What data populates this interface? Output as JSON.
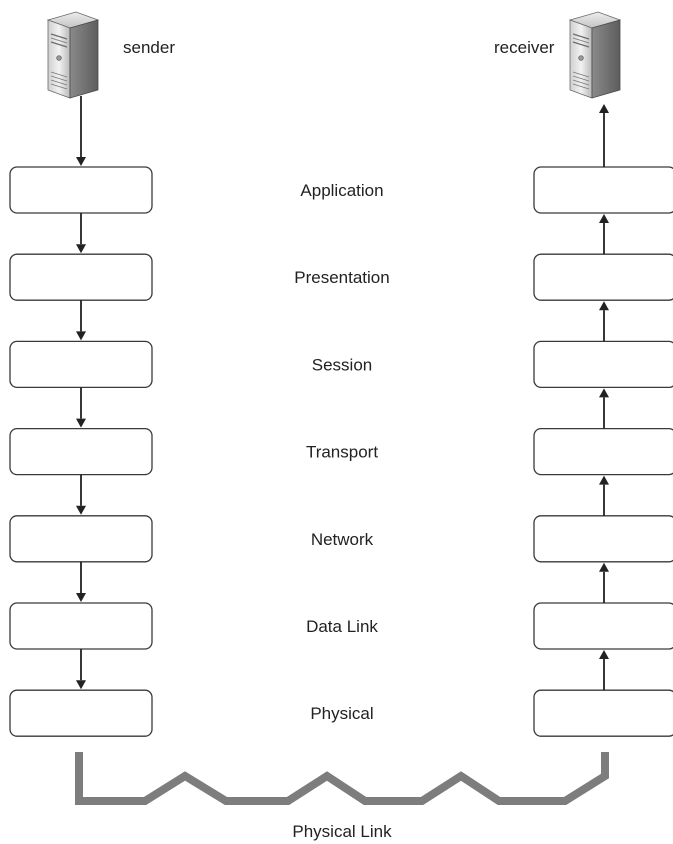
{
  "sender": {
    "label": "sender",
    "icon": "server-tower-icon"
  },
  "receiver": {
    "label": "receiver",
    "icon": "server-tower-icon"
  },
  "layers": [
    {
      "name": "Application"
    },
    {
      "name": "Presentation"
    },
    {
      "name": "Session"
    },
    {
      "name": "Transport"
    },
    {
      "name": "Network"
    },
    {
      "name": "Data Link"
    },
    {
      "name": "Physical"
    }
  ],
  "physical_link": {
    "label": "Physical Link"
  },
  "colors": {
    "box_stroke": "#3a3a3a",
    "arrow": "#222222",
    "link": "#7d7d7d"
  }
}
